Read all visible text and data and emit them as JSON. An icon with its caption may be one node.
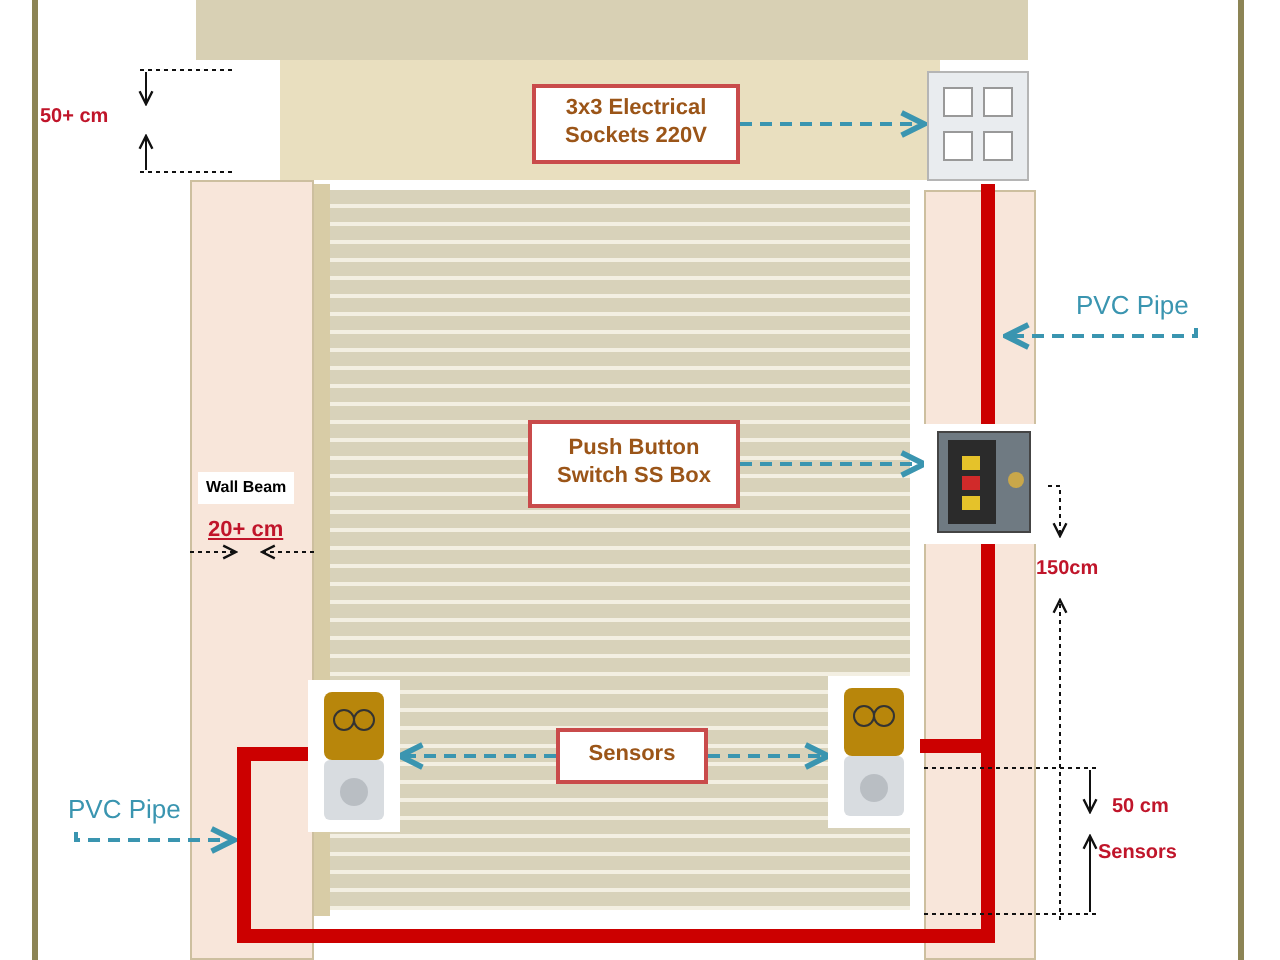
{
  "diagram": {
    "nodes": [
      {
        "text": [
          "3x3 Electrical Sockets 220V"
        ]
      },
      {
        "text": [],
        "shape": "picture"
      },
      {
        "text": [
          "Push Button Switch SS Box"
        ]
      },
      {
        "text": [],
        "shape": "picture"
      },
      {
        "text": [
          "Sensors"
        ]
      },
      {
        "text": [],
        "shape": "picture"
      },
      {
        "text": [],
        "shape": "picture"
      },
      {
        "text": [
          "PVC Pipe"
        ]
      },
      {
        "text": [
          "PVC Pipe"
        ]
      }
    ],
    "edges": [
      {
        "from": 0,
        "to": 1,
        "arrow": "to",
        "style": "dashed"
      },
      {
        "from": 2,
        "to": 3,
        "arrow": "to",
        "style": "dashed"
      },
      {
        "from": 4,
        "to": 5,
        "arrow": "to",
        "style": "dashed"
      },
      {
        "from": 4,
        "to": 6,
        "arrow": "to",
        "style": "dashed"
      },
      {
        "from": 7,
        "to": null,
        "arrow": "to",
        "style": "dashed"
      },
      {
        "from": 8,
        "to": null,
        "arrow": "to",
        "style": "dashed"
      },
      {
        "from": 1,
        "to": 3,
        "arrow": "none",
        "style": "thick",
        "color": "#cc0000"
      },
      {
        "from": 3,
        "to": 6,
        "arrow": "none",
        "style": "thick",
        "color": "#cc0000"
      },
      {
        "from": 5,
        "to": 3,
        "arrow": "none",
        "style": "thick",
        "color": "#cc0000"
      }
    ],
    "labels": [
      "50+ cm",
      "Wall Beam",
      "20+ cm",
      "150cm",
      "50 cm",
      "Sensors"
    ]
  }
}
